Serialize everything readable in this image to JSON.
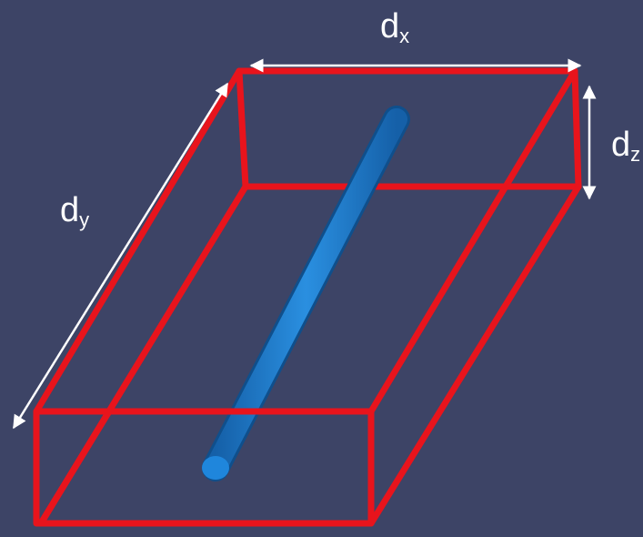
{
  "labels": {
    "dx": {
      "main": "d",
      "sub": "x"
    },
    "dy": {
      "main": "d",
      "sub": "y"
    },
    "dz": {
      "main": "d",
      "sub": "z"
    }
  },
  "colors": {
    "background": "#3d4466",
    "box_edges": "#e8141c",
    "rod": "#1a7fd0",
    "dimension_arrows": "#ffffff"
  }
}
